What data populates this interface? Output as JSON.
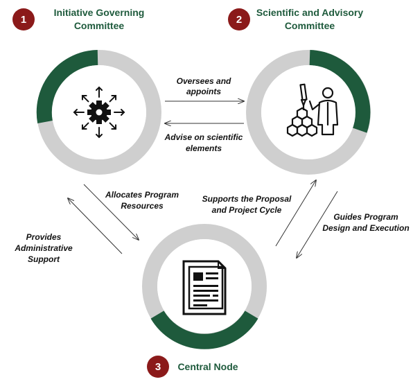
{
  "nodes": [
    {
      "number": "1",
      "title_line1": "Initiative Governing",
      "title_line2": "Committee",
      "icon": "gear-with-arrows-icon"
    },
    {
      "number": "2",
      "title_line1": "Scientific and Advisory",
      "title_line2": "Committee",
      "icon": "scientist-with-molecules-icon"
    },
    {
      "number": "3",
      "title_line1": "Central Node",
      "title_line2": "",
      "icon": "document-icon"
    }
  ],
  "edges": [
    {
      "from": "1",
      "to": "2",
      "line1": "Oversees and",
      "line2": "appoints"
    },
    {
      "from": "2",
      "to": "1",
      "line1": "Advise on scientific",
      "line2": "elements"
    },
    {
      "from": "1",
      "to": "3",
      "line1": "Allocates Program",
      "line2": "Resources"
    },
    {
      "from": "3",
      "to": "1",
      "line1": "Provides",
      "line2": "Administrative",
      "line3": "Support"
    },
    {
      "from": "3",
      "to": "2",
      "line1": "Supports the Proposal",
      "line2": "and Project Cycle"
    },
    {
      "from": "2",
      "to": "3",
      "line1": "Guides Program",
      "line2": "Design and Execution"
    }
  ],
  "colors": {
    "accent_green": "#1e5a3c",
    "badge_red": "#8b1a1a",
    "ring_gray": "#cfcfcf",
    "text": "#111111"
  }
}
